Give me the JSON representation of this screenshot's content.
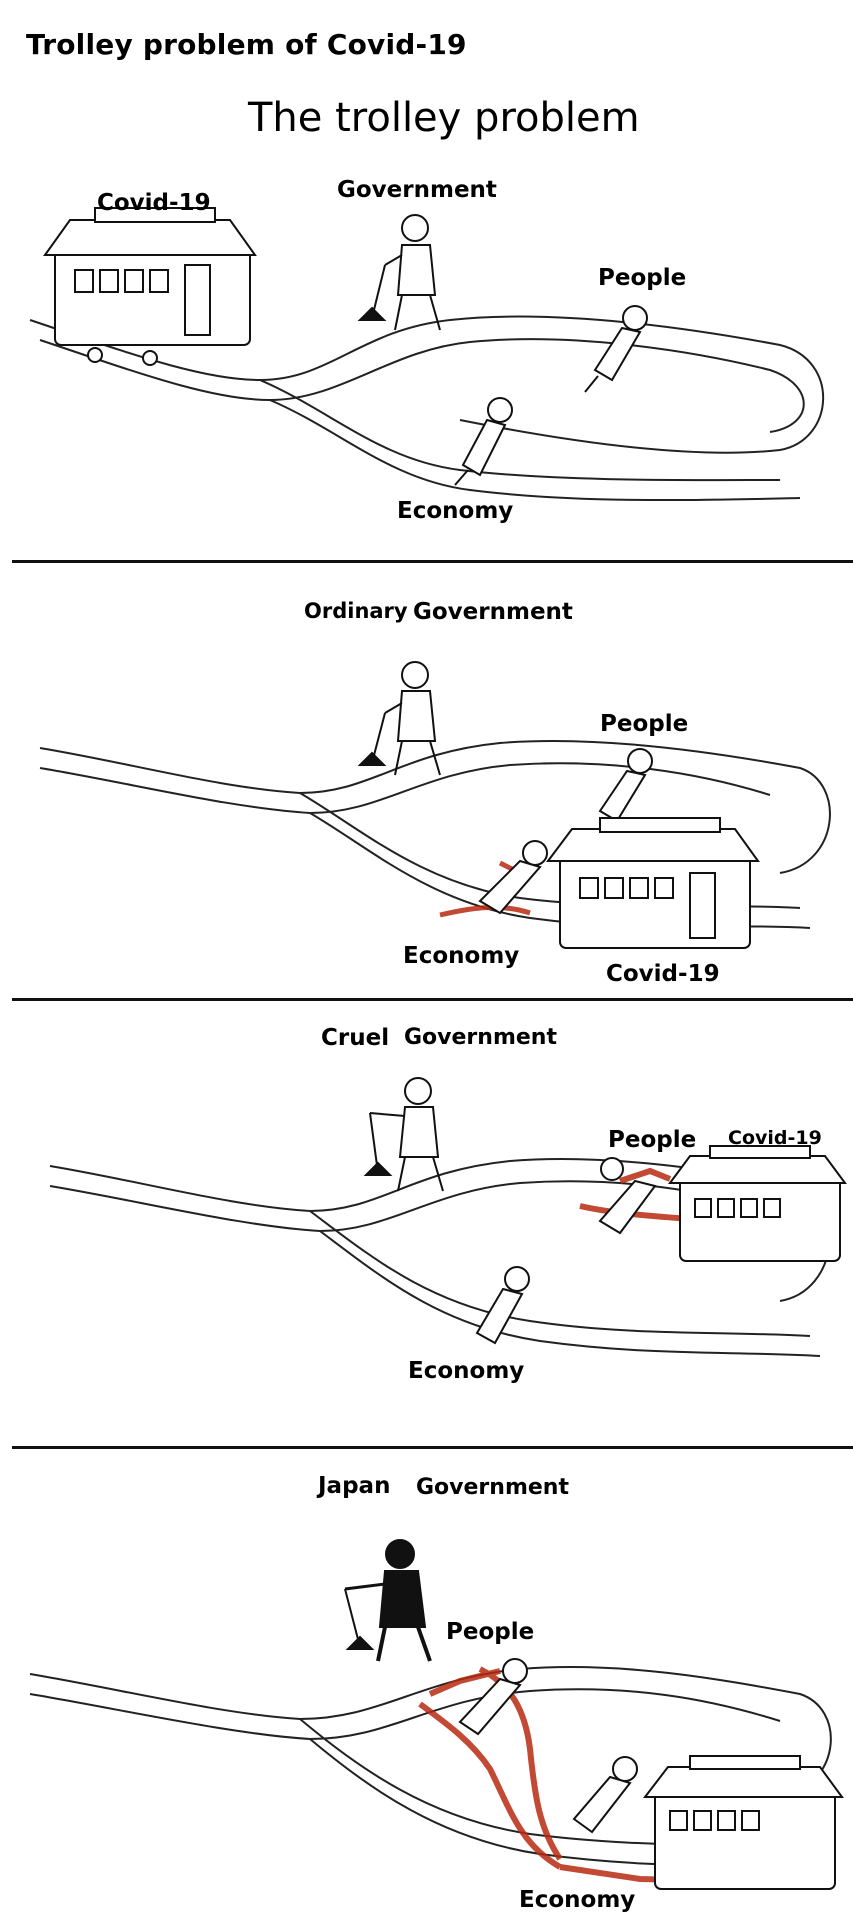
{
  "title": "Trolley problem of Covid-19",
  "colors": {
    "blood": "#b82a10",
    "ink": "#111111",
    "background": "#ffffff"
  },
  "panels": [
    {
      "heading": "The trolley problem",
      "labels": {
        "trolley": "Covid-19",
        "operator": "Government",
        "track_top": "People",
        "track_bottom": "Economy"
      }
    },
    {
      "heading_prefix": "Ordinary",
      "labels": {
        "operator": "Government",
        "track_top": "People",
        "track_bottom": "Economy",
        "trolley": "Covid-19"
      }
    },
    {
      "heading_prefix": "Cruel",
      "labels": {
        "operator": "Government",
        "track_top": "People",
        "trolley": "Covid-19",
        "track_bottom": "Economy"
      }
    },
    {
      "heading_prefix": "Japan",
      "labels": {
        "operator": "Government",
        "track_top": "People",
        "track_bottom": "Economy"
      }
    }
  ]
}
